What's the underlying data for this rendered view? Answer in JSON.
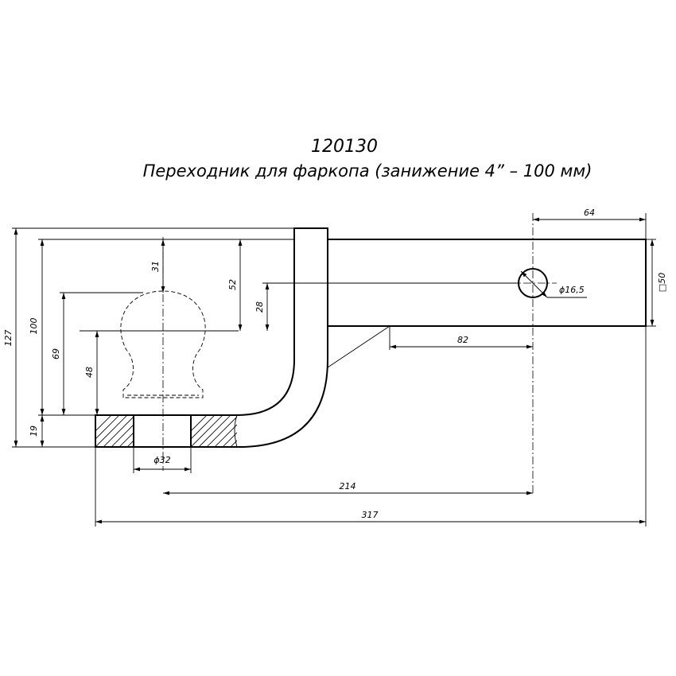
{
  "drawing": {
    "part_number": "120130",
    "part_name": "Переходник для фаркопа (занижение 4” – 100 мм)"
  },
  "dimensions": {
    "d64": "64",
    "d50": "□50",
    "hole_dia": "ϕ16,5",
    "d82": "82",
    "d214": "214",
    "d317": "317",
    "ball_neck_dia": "ϕ32",
    "d127": "127",
    "d100": "100",
    "d69": "69",
    "d48": "48",
    "d19": "19",
    "d31": "31",
    "d52": "52",
    "d28": "28"
  }
}
